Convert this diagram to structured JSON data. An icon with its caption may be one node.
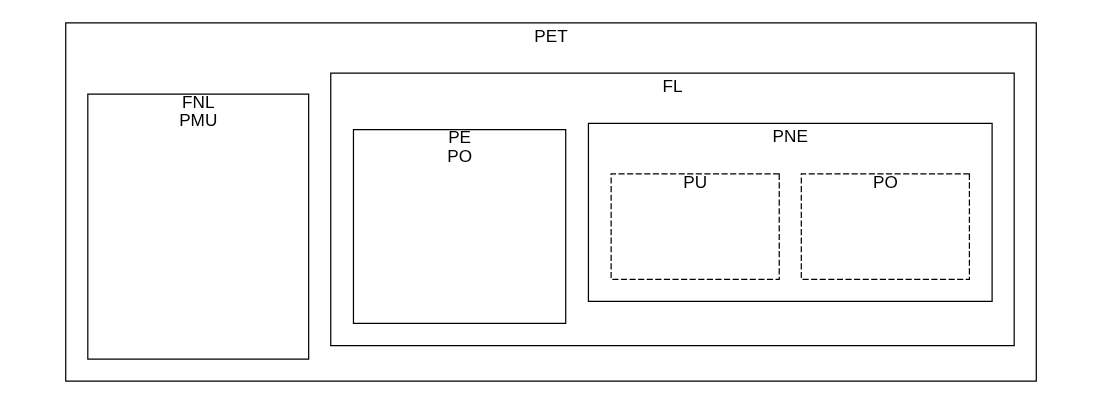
{
  "diagram": {
    "nodes": [
      {
        "text": [
          "PET"
        ]
      },
      {
        "text": [
          "FL"
        ],
        "in": 0
      },
      {
        "text": [
          "PE",
          "PO"
        ],
        "in": 1
      },
      {
        "text": [
          "PNE"
        ],
        "in": 1
      },
      {
        "text": [
          "PO"
        ],
        "in": 3
      },
      {
        "text": [
          "PU"
        ],
        "in": 3
      },
      {
        "text": [
          "FNL",
          "PMU"
        ],
        "in": 0
      }
    ]
  }
}
